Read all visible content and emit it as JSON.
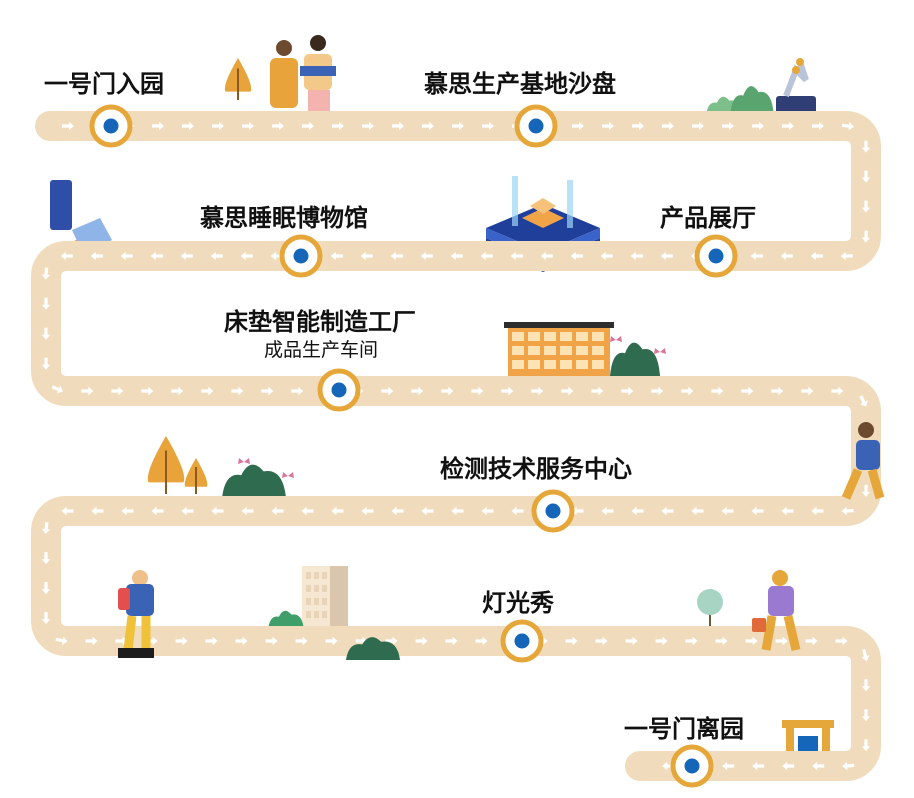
{
  "colors": {
    "path": "#f0dcbc",
    "arrow": "#ffffff",
    "ring": "#e6a73a",
    "dot": "#1565b8",
    "label": "#111111",
    "tree_orange": "#e8a33a",
    "bush_green": "#2e6b4f",
    "shirt_blue": "#3a63b5"
  },
  "stops": [
    {
      "id": "gate-entry",
      "label": "一号门入园"
    },
    {
      "id": "sandtable",
      "label": "慕思生产基地沙盘"
    },
    {
      "id": "showroom",
      "label": "产品展厅"
    },
    {
      "id": "museum",
      "label": "慕思睡眠博物馆"
    },
    {
      "id": "factory",
      "label": "床垫智能制造工厂",
      "sublabel": "成品生产车间"
    },
    {
      "id": "testing",
      "label": "检测技术服务中心"
    },
    {
      "id": "lightshow",
      "label": "灯光秀"
    },
    {
      "id": "gate-exit",
      "label": "一号门离园"
    }
  ],
  "decorations": {
    "icons": [
      "tree-icon",
      "tourists-icon",
      "robot-arm-icon",
      "hologram-platform-icon",
      "microscope-icon",
      "factory-building-icon",
      "hiker-icon",
      "photographer-icon",
      "apartment-building-icon",
      "traveler-icon",
      "round-tree-icon",
      "exit-gate-icon",
      "bush-icon",
      "butterfly-icon"
    ]
  }
}
